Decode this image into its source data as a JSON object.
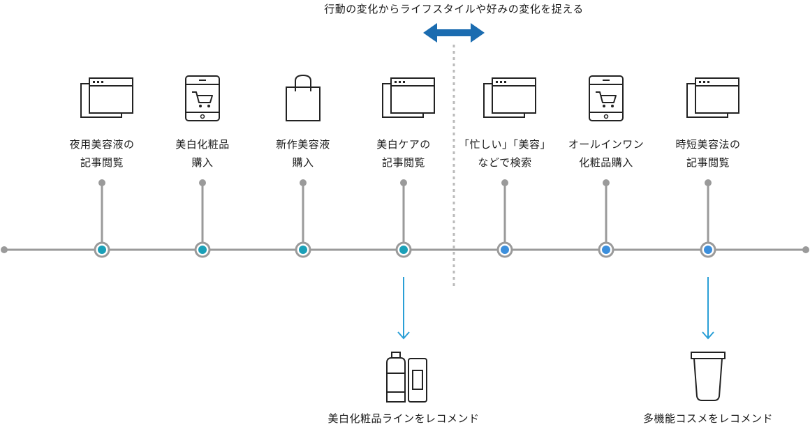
{
  "heading": "行動の変化からライフスタイルや好みの変化を捉える",
  "colors": {
    "timeline": "#9a9a9a",
    "dot_before": "#1aa0b8",
    "dot_after": "#3c8fdc",
    "arrow_double": "#1b6cb0",
    "arrow_down": "#2a9fd6",
    "icon": "#222222",
    "divider": "#bbbbbb"
  },
  "events": [
    {
      "icon": "browser-window-icon",
      "line1": "夜用美容液の",
      "line2": "記事閲覧",
      "phase": "before"
    },
    {
      "icon": "smartphone-cart-icon",
      "line1": "美白化粧品",
      "line2": "購入",
      "phase": "before"
    },
    {
      "icon": "shopping-bag-icon",
      "line1": "新作美容液",
      "line2": "購入",
      "phase": "before"
    },
    {
      "icon": "browser-window-icon",
      "line1": "美白ケアの",
      "line2": "記事閲覧",
      "phase": "before"
    },
    {
      "icon": "browser-window-icon",
      "line1": "「忙しい」「美容」",
      "line2": "などで検索",
      "phase": "after"
    },
    {
      "icon": "smartphone-cart-icon",
      "line1": "オールインワン",
      "line2": "化粧品購入",
      "phase": "after"
    },
    {
      "icon": "browser-window-icon",
      "line1": "時短美容法の",
      "line2": "記事閲覧",
      "phase": "after"
    }
  ],
  "recommendations": [
    {
      "icon": "cosmetic-bottles-icon",
      "label": "美白化粧品ラインをレコメンド",
      "from_event": 4
    },
    {
      "icon": "cosmetic-tube-icon",
      "label": "多機能コスメをレコメンド",
      "from_event": 7
    }
  ]
}
